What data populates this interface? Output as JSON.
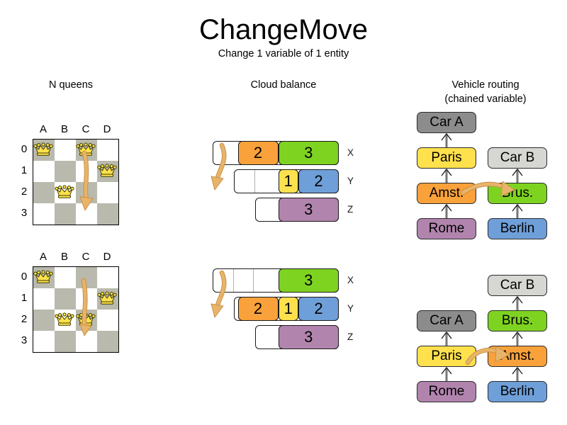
{
  "header": {
    "title": "ChangeMove",
    "subtitle": "Change 1 variable of 1 entity"
  },
  "columns": {
    "queens_heading": "N queens",
    "cloud_heading": "Cloud balance",
    "vehicle_heading_line1": "Vehicle routing",
    "vehicle_heading_line2": "(chained variable)"
  },
  "colors": {
    "board_dark": "#b9b9ad",
    "board_light": "#ffffff",
    "queen_gold": "#ffe14d",
    "move_arrow": "#e8b46a",
    "orange": "#f9a13a",
    "green": "#7ed321",
    "yellow": "#ffe14d",
    "blue": "#6f9fd8",
    "purple": "#b184ae",
    "car_a_grey": "#8c8c8c",
    "car_b_grey": "#d6d6d2",
    "link_grey": "#777777"
  },
  "nqueens": {
    "files": [
      "A",
      "B",
      "C",
      "D"
    ],
    "ranks": [
      "0",
      "1",
      "2",
      "3"
    ],
    "before": {
      "queens": [
        {
          "file": "A",
          "rank": "0"
        },
        {
          "file": "C",
          "rank": "0"
        },
        {
          "file": "D",
          "rank": "1"
        },
        {
          "file": "B",
          "rank": "2"
        }
      ],
      "move": {
        "from_file": "C",
        "from_rank": "0",
        "to_file": "C",
        "to_rank": "2"
      }
    },
    "after": {
      "queens": [
        {
          "file": "A",
          "rank": "0"
        },
        {
          "file": "D",
          "rank": "1"
        },
        {
          "file": "B",
          "rank": "2"
        },
        {
          "file": "C",
          "rank": "2"
        }
      ],
      "move": {
        "from_file": "C",
        "from_rank": "0",
        "to_file": "C",
        "to_rank": "2"
      }
    }
  },
  "cloudbalance": {
    "before": {
      "rows": [
        {
          "label": "X",
          "segments": [
            {
              "value": "2",
              "color": "#f9a13a",
              "name": "process-orange-2"
            },
            {
              "value": "3",
              "color": "#7ed321",
              "name": "process-green-3"
            }
          ]
        },
        {
          "label": "Y",
          "segments": [
            {
              "value": "1",
              "color": "#ffe14d",
              "name": "process-yellow-1"
            },
            {
              "value": "2",
              "color": "#6f9fd8",
              "name": "process-blue-2"
            }
          ]
        },
        {
          "label": "Z",
          "segments": [
            {
              "value": "3",
              "color": "#b184ae",
              "name": "process-purple-3"
            }
          ]
        }
      ]
    },
    "after": {
      "rows": [
        {
          "label": "X",
          "segments": [
            {
              "value": "3",
              "color": "#7ed321",
              "name": "process-green-3"
            }
          ]
        },
        {
          "label": "Y",
          "segments": [
            {
              "value": "2",
              "color": "#f9a13a",
              "name": "process-orange-2"
            },
            {
              "value": "1",
              "color": "#ffe14d",
              "name": "process-yellow-1"
            },
            {
              "value": "2",
              "color": "#6f9fd8",
              "name": "process-blue-2"
            }
          ]
        },
        {
          "label": "Z",
          "segments": [
            {
              "value": "3",
              "color": "#b184ae",
              "name": "process-purple-3"
            }
          ]
        }
      ]
    }
  },
  "vehiclerouting": {
    "before": {
      "left_chain": [
        "Car A",
        "Paris",
        "Amst.",
        "Rome"
      ],
      "right_chain": [
        "Car B",
        "Brus.",
        "Berlin"
      ]
    },
    "after": {
      "left_chain": [
        "Car A",
        "Paris",
        "Rome"
      ],
      "right_chain": [
        "Car B",
        "Brus.",
        "Amst.",
        "Berlin"
      ]
    },
    "node_colors": {
      "Car A": "#8c8c8c",
      "Car B": "#d6d6d2",
      "Paris": "#ffe14d",
      "Brus.": "#7ed321",
      "Amst.": "#f9a13a",
      "Rome": "#b184ae",
      "Berlin": "#6f9fd8"
    }
  }
}
